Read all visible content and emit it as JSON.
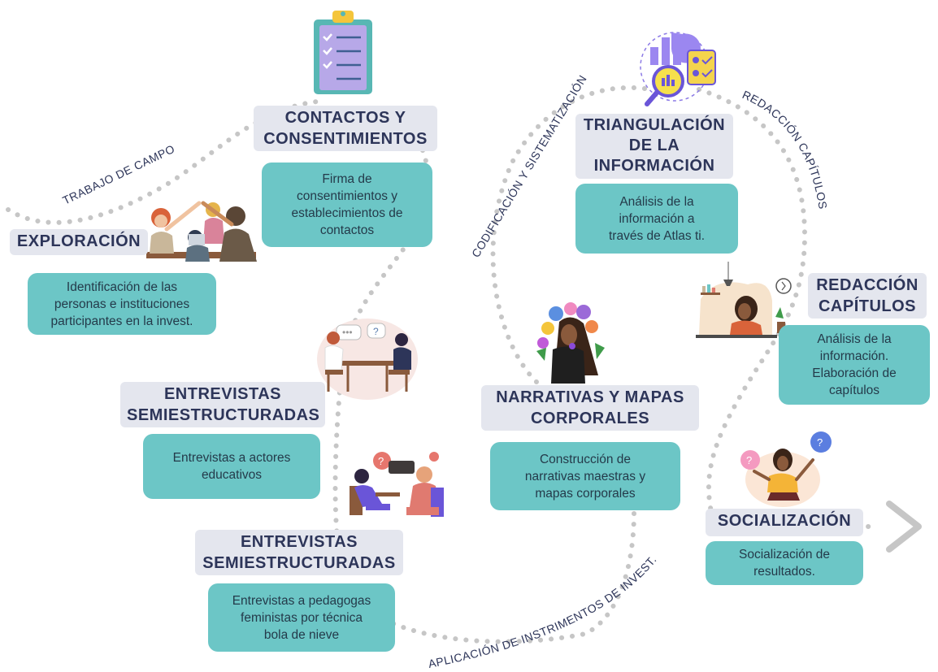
{
  "paths": {
    "trabajo": "TRABAJO DE CAMPO",
    "codificacion": "CODIFICACIÓN Y SISTEMATIZACIÓN",
    "redaccion": "REDACCIÓN CAPÍTULOS",
    "aplicacion": "APLICACIÓN DE INSTRIMENTOS DE INVEST."
  },
  "nodes": {
    "contactos": {
      "title": "CONTACTOS Y\nCONSENTIMIENTOS",
      "desc": "Firma de\nconsentimientos y\nestablecimientos de\ncontactos"
    },
    "exploracion": {
      "title": "EXPLORACIÓN",
      "desc": "Identificación de las\npersonas e instituciones\nparticipantes en la invest."
    },
    "entrevistas1": {
      "title": "ENTREVISTAS\nSEMIESTRUCTURADAS",
      "desc": "Entrevistas a actores\neducativos"
    },
    "entrevistas2": {
      "title": "ENTREVISTAS\nSEMIESTRUCTURADAS",
      "desc": "Entrevistas a pedagogas\nfeministas por técnica\nbola de nieve"
    },
    "triangulacion": {
      "title": "TRIANGULACIÓN\nDE LA\nINFORMACIÓN",
      "desc": "Análisis de la\ninformación a\ntravés de Atlas ti."
    },
    "narrativas": {
      "title": "NARRATIVAS Y MAPAS\nCORPORALES",
      "desc": "Construcción de\nnarrativas maestras y\nmapas corporales"
    },
    "redaccion": {
      "title": "REDACCIÓN\nCAPÍTULOS",
      "desc": "Análisis de la\ninformación.\nElaboración de\ncapítulos"
    },
    "socializacion": {
      "title": "SOCIALIZACIÓN",
      "desc": "Socialización de\nresultados."
    }
  },
  "colors": {
    "title_bg": "#e4e6ee",
    "title_text": "#2d3559",
    "desc_bg": "#6cc6c6",
    "path": "#c6c6c6"
  }
}
